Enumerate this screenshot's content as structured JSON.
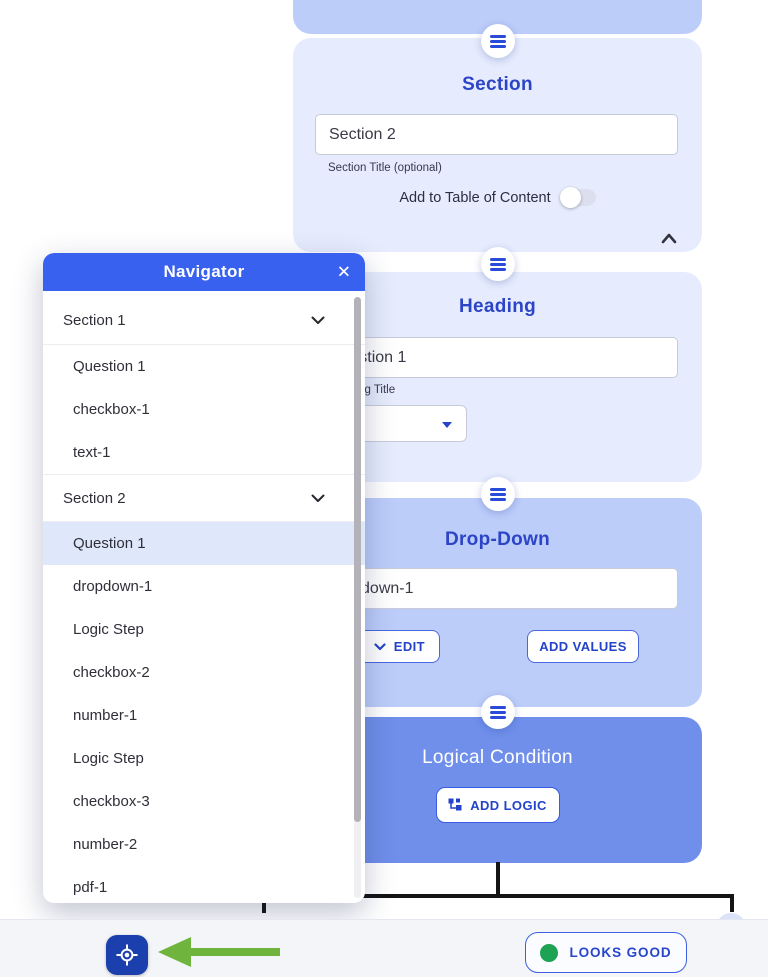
{
  "colors": {
    "accent_blue": "#3761ee",
    "title_blue": "#2c44c6",
    "card_light": "#e6ecfd",
    "card_medium": "#bccdfa",
    "card_dark": "#6f8fea",
    "locate_button_navy": "#1c3fae",
    "arrow_green": "#6fb43c",
    "status_green": "#1ea355",
    "selected_row": "#dfe8fb"
  },
  "builder": {
    "section": {
      "title": "Section",
      "value": "Section 2",
      "helper": "Section Title (optional)",
      "toggle_label": "Add to Table of Content",
      "toggle_state": "off"
    },
    "heading": {
      "title": "Heading",
      "value": "Question 1",
      "helper": "Heading Title"
    },
    "dropdown": {
      "title": "Drop-Down",
      "value": "dropdown-1",
      "edit_label": "EDIT",
      "add_values_label": "ADD VALUES"
    },
    "logic": {
      "title": "Logical Condition",
      "add_logic_label": "ADD LOGIC"
    }
  },
  "navigator": {
    "title": "Navigator",
    "close_glyph": "✕",
    "items": [
      {
        "label": "Section 1",
        "type": "section",
        "selected": false
      },
      {
        "label": "Question 1",
        "type": "item",
        "selected": false
      },
      {
        "label": "checkbox-1",
        "type": "item",
        "selected": false
      },
      {
        "label": "text-1",
        "type": "item",
        "selected": false
      },
      {
        "label": "Section 2",
        "type": "section",
        "selected": false
      },
      {
        "label": "Question 1",
        "type": "item",
        "selected": true
      },
      {
        "label": "dropdown-1",
        "type": "item",
        "selected": false
      },
      {
        "label": "Logic Step",
        "type": "item",
        "selected": false
      },
      {
        "label": "checkbox-2",
        "type": "item",
        "selected": false
      },
      {
        "label": "number-1",
        "type": "item",
        "selected": false
      },
      {
        "label": "Logic Step",
        "type": "item",
        "selected": false
      },
      {
        "label": "checkbox-3",
        "type": "item",
        "selected": false
      },
      {
        "label": "number-2",
        "type": "item",
        "selected": false
      },
      {
        "label": "pdf-1",
        "type": "item",
        "selected": false
      }
    ]
  },
  "footer": {
    "looks_good_label": "LOOKS GOOD"
  }
}
